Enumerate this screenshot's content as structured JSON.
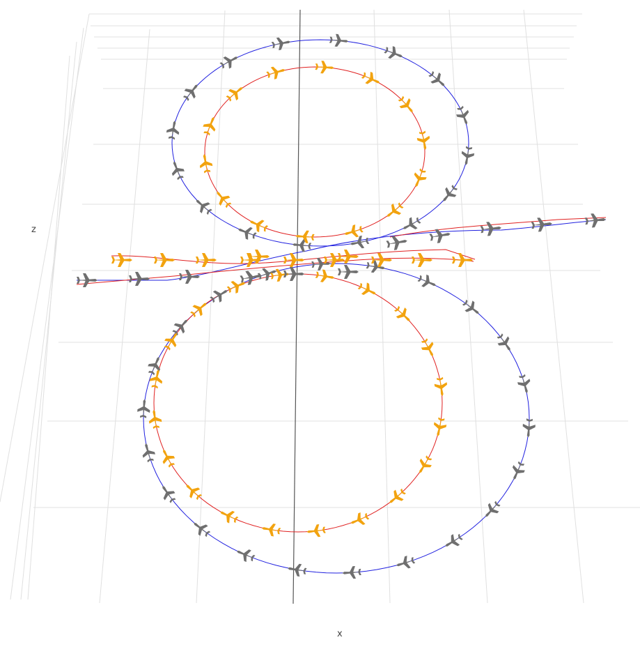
{
  "chart_data": {
    "type": "scatter",
    "projection": "3d-perspective",
    "axes": {
      "xlabel": "x",
      "zlabel": "z",
      "grid": true,
      "tick_labels": false
    },
    "colors": {
      "path_a": "#1f1fdf",
      "path_b": "#e02020",
      "plane_orange": "#f2a30f",
      "plane_gray": "#6f6f6f",
      "grid": "#e0e0e0",
      "axis": "#555555"
    },
    "series": [
      {
        "plane": "plane_gray",
        "path": "path_a",
        "points": [
          [
            -0.6,
            0.5
          ],
          [
            -0.45,
            0.5
          ],
          [
            -0.3,
            0.55
          ],
          [
            -0.15,
            0.58
          ],
          [
            -0.05,
            0.55
          ],
          [
            0.05,
            0.45
          ],
          [
            0.15,
            0.3
          ],
          [
            0.25,
            0.2
          ],
          [
            0.45,
            0.15
          ],
          [
            0.65,
            0.1
          ],
          [
            0.85,
            0.05
          ],
          [
            -0.4,
            0.15
          ],
          [
            -0.25,
            0.25
          ],
          [
            -0.1,
            0.4
          ]
        ]
      },
      {
        "plane": "plane_orange",
        "path": "path_b",
        "points": [
          [
            -0.55,
            0.1
          ],
          [
            -0.4,
            0.1
          ],
          [
            -0.25,
            0.05
          ],
          [
            -0.1,
            0.05
          ],
          [
            0.05,
            0.1
          ],
          [
            0.2,
            0.05
          ],
          [
            0.35,
            0.1
          ],
          [
            0.5,
            0.1
          ]
        ]
      }
    ],
    "icon": "airplane-icon"
  }
}
